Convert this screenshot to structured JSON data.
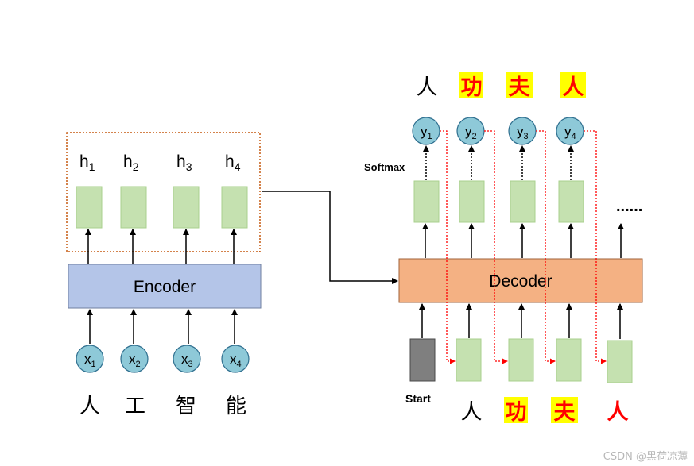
{
  "encoder": {
    "label": "Encoder",
    "inputs": [
      {
        "base": "x",
        "sub": "1"
      },
      {
        "base": "x",
        "sub": "2"
      },
      {
        "base": "x",
        "sub": "3"
      },
      {
        "base": "x",
        "sub": "4"
      }
    ],
    "hidden": [
      {
        "base": "h",
        "sub": "1"
      },
      {
        "base": "h",
        "sub": "2"
      },
      {
        "base": "h",
        "sub": "3"
      },
      {
        "base": "h",
        "sub": "4"
      }
    ],
    "input_chars": [
      "人",
      "工",
      "智",
      "能"
    ]
  },
  "decoder": {
    "label": "Decoder",
    "softmax_label": "Softmax",
    "start_label": "Start",
    "ellipsis": "......",
    "outputs": [
      {
        "base": "y",
        "sub": "1"
      },
      {
        "base": "y",
        "sub": "2"
      },
      {
        "base": "y",
        "sub": "3"
      },
      {
        "base": "y",
        "sub": "4"
      }
    ],
    "output_chars": [
      "人",
      "功",
      "夫",
      "人"
    ],
    "input_chars": [
      "人",
      "功",
      "夫",
      "人"
    ]
  },
  "watermark": "CSDN @黑荷凉薄",
  "colors": {
    "circle_fill": "#8ec9d8",
    "box_fill": "#c5e1b0",
    "encoder_fill": "#b4c5e8",
    "decoder_fill": "#f4b183",
    "start_fill": "#7f7f7f",
    "highlight_bg": "#ffff00",
    "highlight_text": "#ff0000",
    "dotted_border": "#c55a11",
    "feedback_arrow": "#ff0000"
  }
}
